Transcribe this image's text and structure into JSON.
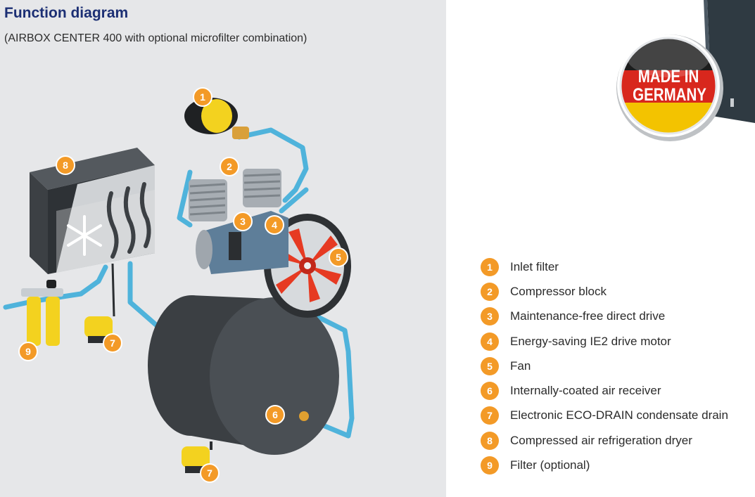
{
  "header": {
    "title": "Function diagram",
    "subtitle": "(AIRBOX CENTER 400 with optional microfilter combination)"
  },
  "seal": {
    "line1": "MADE IN",
    "line2": "GERMANY"
  },
  "callouts": [
    {
      "num": "1"
    },
    {
      "num": "2"
    },
    {
      "num": "3"
    },
    {
      "num": "4"
    },
    {
      "num": "5"
    },
    {
      "num": "6"
    },
    {
      "num": "7"
    },
    {
      "num": "8"
    },
    {
      "num": "9"
    }
  ],
  "legend": {
    "items": [
      {
        "num": "1",
        "label": "Inlet filter"
      },
      {
        "num": "2",
        "label": "Compressor block"
      },
      {
        "num": "3",
        "label": "Maintenance-free direct drive"
      },
      {
        "num": "4",
        "label": "Energy-saving IE2 drive motor"
      },
      {
        "num": "5",
        "label": "Fan"
      },
      {
        "num": "6",
        "label": "Internally-coated air receiver"
      },
      {
        "num": "7",
        "label": "Electronic ECO-DRAIN condensate drain"
      },
      {
        "num": "8",
        "label": "Compressed air refrigeration dryer"
      },
      {
        "num": "9",
        "label": "Filter (optional)"
      }
    ]
  },
  "colors": {
    "accent_orange": "#f39a27",
    "title_blue": "#1c2f74",
    "pipe_blue": "#4fb3db",
    "panel_grey": "#e6e7e9"
  }
}
